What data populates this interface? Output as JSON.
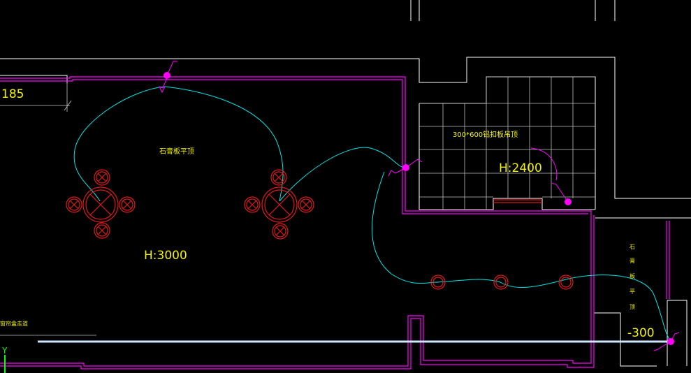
{
  "labels": {
    "dimension": "185",
    "ceiling_material": "石膏板平顶",
    "tile_spec": "300*600铝扣板吊顶",
    "height_main": "H:3000",
    "height_side_room": "H:2400",
    "height_drop": "-300",
    "vertical_note": [
      "石",
      "膏",
      "板",
      "平",
      "顶"
    ],
    "bottom_left_note": "窗帘盒走道",
    "axis_y": "Y"
  },
  "colors": {
    "background": "#000000",
    "walls": "#ffffff",
    "inner_walls": "#ff00ff",
    "wiring": "#00e5e5",
    "fixtures": "#e01818",
    "labels": "#f2f200",
    "dimension_line": "#cfe6ff"
  }
}
